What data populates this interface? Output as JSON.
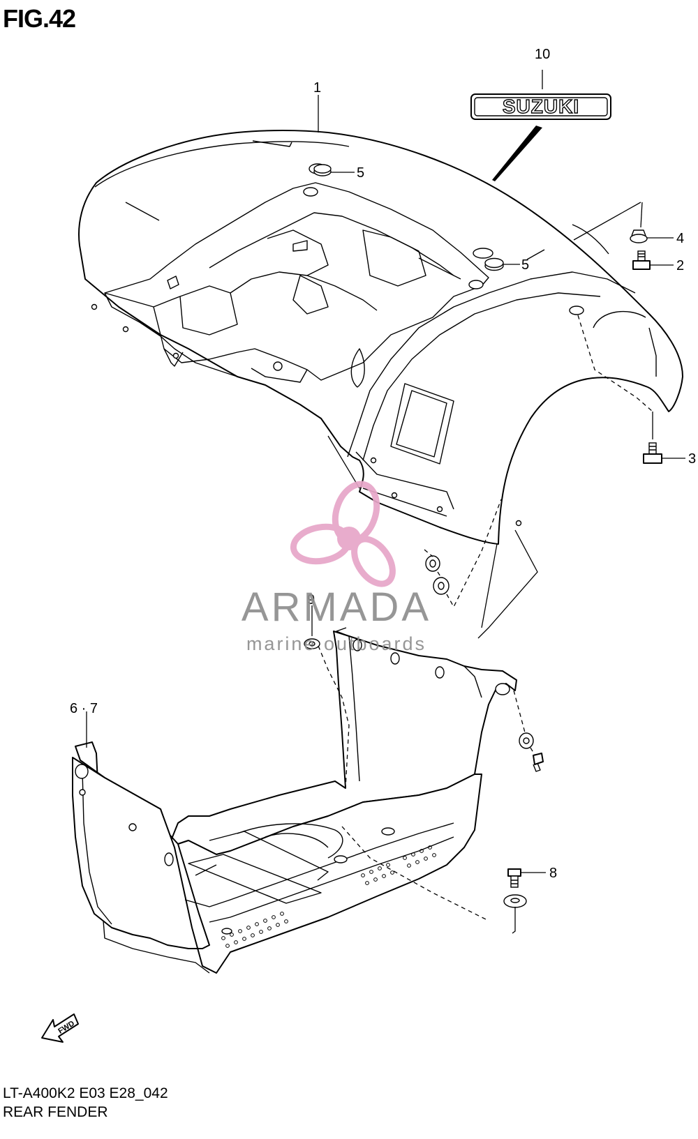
{
  "figure": {
    "title": "FIG.42",
    "code": "LT-A400K2 E03 E28_042",
    "name": "REAR FENDER"
  },
  "callouts": [
    "1",
    "2",
    "3",
    "4",
    "5",
    "5",
    "6 · 7",
    "8",
    "9",
    "10"
  ],
  "emblem": {
    "text": "SUZUKI"
  },
  "fwd_arrow": {
    "text": "FWD"
  },
  "watermark": {
    "brand": "ARMADA",
    "tagline": "marine outboards",
    "logo_color": "#e7a6c8",
    "text_color": "#8e8e8e"
  }
}
